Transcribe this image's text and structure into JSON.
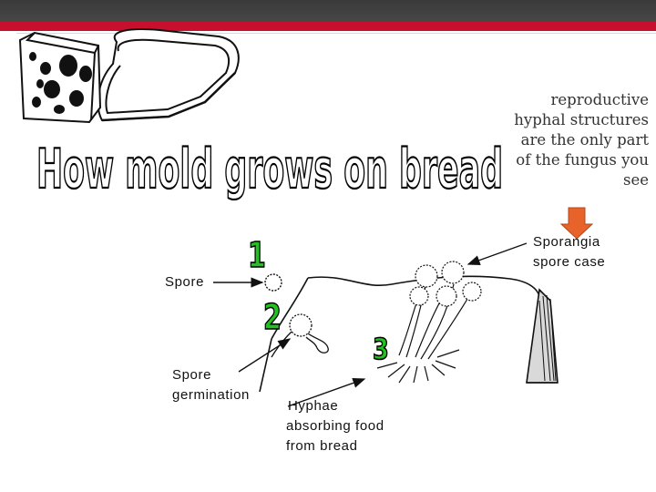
{
  "title": "How mold grows on bread",
  "note": "reproductive hyphal structures are the only part of the fungus you see",
  "labels": {
    "spore": "Spore",
    "germination_1": "Spore",
    "germination_2": "germination",
    "hyphae_1": "Hyphae",
    "hyphae_2": "absorbing food",
    "hyphae_3": "from bread",
    "sporangia_1": "Sporangia",
    "sporangia_2": "spore case"
  },
  "steps": [
    "1",
    "2",
    "3"
  ],
  "colors": {
    "accent_red": "#c8102e",
    "step_green": "#22c321",
    "arrow_orange": "#e8632a"
  }
}
